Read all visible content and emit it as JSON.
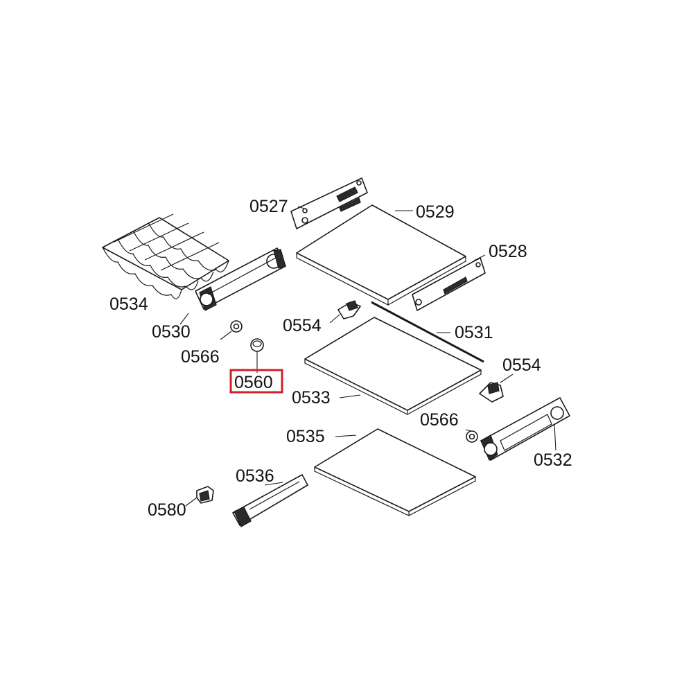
{
  "diagram": {
    "highlight_color": "#d11f26",
    "highlighted_part": "0560",
    "labels": {
      "p0527": "0527",
      "p0529": "0529",
      "p0528": "0528",
      "p0534": "0534",
      "p0530": "0530",
      "p0554a": "0554",
      "p0531": "0531",
      "p0566a": "0566",
      "p0560": "0560",
      "p0554b": "0554",
      "p0533": "0533",
      "p0566b": "0566",
      "p0535": "0535",
      "p0532": "0532",
      "p0536": "0536",
      "p0580": "0580"
    }
  }
}
